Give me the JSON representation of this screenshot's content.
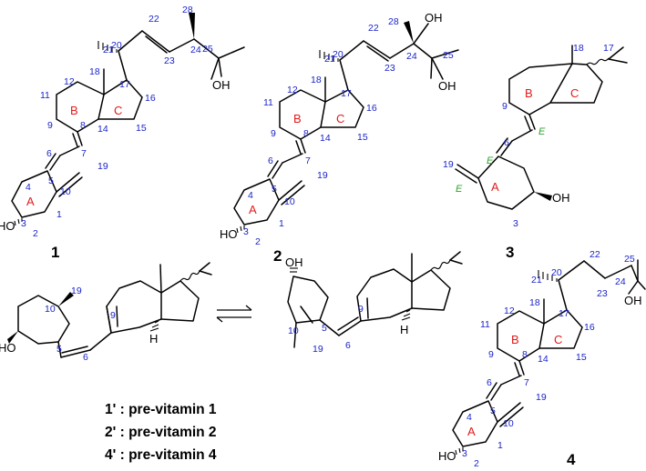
{
  "compounds": {
    "c1": {
      "id": "1",
      "ring_a": "A",
      "ring_b": "B",
      "ring_c": "C",
      "oh3": "HO",
      "oh25": "OH",
      "n": {
        "c1": "1",
        "c2": "2",
        "c3": "3",
        "c4": "4",
        "c5": "5",
        "c6": "6",
        "c7": "7",
        "c8": "8",
        "c9": "9",
        "c10": "10",
        "c11": "11",
        "c12": "12",
        "c14": "14",
        "c15": "15",
        "c16": "16",
        "c17": "17",
        "c18": "18",
        "c19": "19",
        "c20": "20",
        "c21": "21",
        "c22": "22",
        "c23": "23",
        "c24": "24",
        "c25": "25",
        "c28": "28"
      }
    },
    "c2": {
      "id": "2",
      "ring_a": "A",
      "ring_b": "B",
      "ring_c": "C",
      "oh3": "HO",
      "oh24": "OH",
      "oh25": "OH",
      "n": {
        "c1": "1",
        "c2": "2",
        "c3": "3",
        "c4": "4",
        "c5": "5",
        "c6": "6",
        "c7": "7",
        "c8": "8",
        "c9": "9",
        "c10": "10",
        "c11": "11",
        "c12": "12",
        "c14": "14",
        "c15": "15",
        "c16": "16",
        "c17": "17",
        "c18": "18",
        "c19": "19",
        "c20": "20",
        "c21": "21",
        "c22": "22",
        "c23": "23",
        "c24": "24",
        "c25": "25",
        "c28": "28"
      }
    },
    "c3": {
      "id": "3",
      "ring_a": "A",
      "ring_b": "B",
      "ring_c": "C",
      "oh": "OH",
      "geo": {
        "e1": "E",
        "e2": "E",
        "e3": "E"
      },
      "n": {
        "c3": "3",
        "c6": "6",
        "c9": "9",
        "c17": "17",
        "c18": "18",
        "c19": "19"
      }
    },
    "c4": {
      "id": "4",
      "ring_a": "A",
      "ring_b": "B",
      "ring_c": "C",
      "oh3": "HO",
      "oh25": "OH",
      "n": {
        "c1": "1",
        "c2": "2",
        "c3": "3",
        "c4": "4",
        "c5": "5",
        "c6": "6",
        "c7": "7",
        "c8": "8",
        "c9": "9",
        "c10": "10",
        "c11": "11",
        "c12": "12",
        "c14": "14",
        "c15": "15",
        "c16": "16",
        "c17": "17",
        "c18": "18",
        "c19": "19",
        "c20": "20",
        "c21": "21",
        "c22": "22",
        "c23": "23",
        "c24": "24",
        "c25": "25"
      }
    },
    "pre_left": {
      "oh": "HO",
      "h": "H",
      "n": {
        "c5": "5",
        "c6": "6",
        "c9": "9",
        "c10": "10",
        "c19": "19"
      }
    },
    "pre_right": {
      "oh": "OH",
      "h": "H",
      "n": {
        "c5": "5",
        "c6": "6",
        "c9": "9",
        "c10": "10",
        "c19": "19"
      }
    }
  },
  "legend": [
    "1' : pre-vitamin 1",
    "2' : pre-vitamin 2",
    "4' : pre-vitamin 4"
  ]
}
